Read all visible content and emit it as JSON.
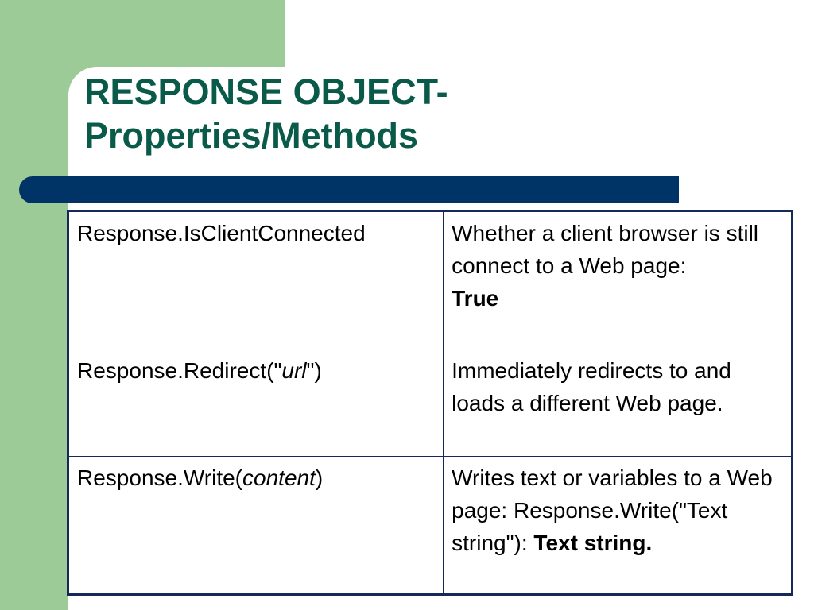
{
  "slide": {
    "title_line1": "RESPONSE OBJECT-",
    "title_line2": "Properties/Methods"
  },
  "table": {
    "rows": [
      {
        "name": "Response.IsClientConnected",
        "description_line1": "Whether a client browser is still connect to a Web page:",
        "description_value": "True"
      },
      {
        "name_prefix": "Response.Redirect(\"",
        "name_arg": "url",
        "name_suffix": "\")",
        "description": "Immediately redirects to and loads a different Web page."
      },
      {
        "name_prefix": "Response.Write(",
        "name_arg": "content",
        "name_suffix": ")",
        "description_line1": "Writes text or variables to a Web page:",
        "description_code": "Response.Write(\"Text string\"): ",
        "description_value": "Text string."
      }
    ]
  },
  "colors": {
    "green_panel": "#9dcb98",
    "title_text": "#0a5a4a",
    "title_bar": "#003366",
    "table_border": "#14295a"
  }
}
